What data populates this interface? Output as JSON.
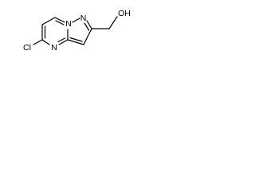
{
  "structure": {
    "atoms": {
      "n_ring_top": "N",
      "n_pyrazole": "N",
      "n_ring_bottom": "N",
      "chlorine": "Cl",
      "hydroxyl": "OH"
    }
  },
  "colors": {
    "bond": "#000000",
    "text": "#000000",
    "background": "#ffffff"
  }
}
